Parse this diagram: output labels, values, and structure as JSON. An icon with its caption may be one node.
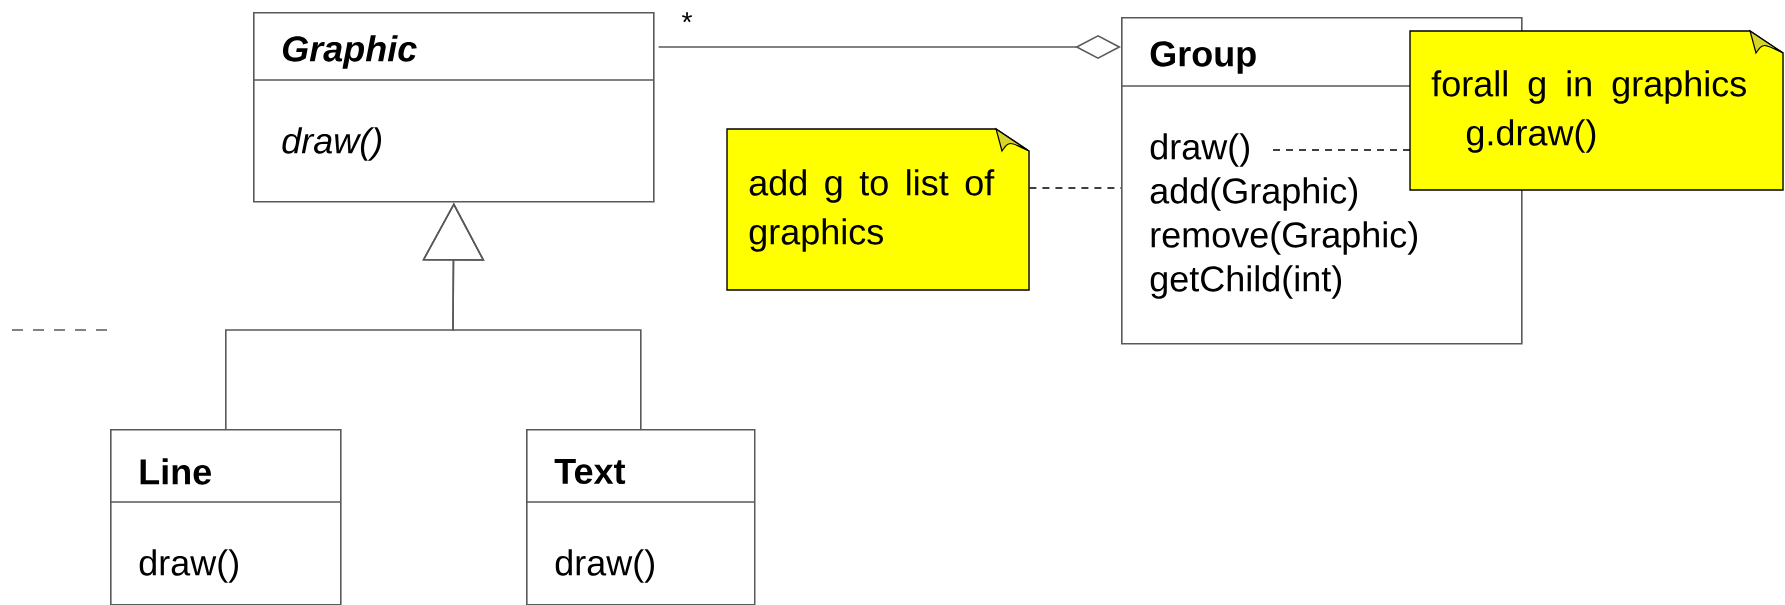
{
  "diagram": {
    "nodes": [
      {
        "text": [
          "Graphic",
          "draw()"
        ]
      },
      {
        "text": [
          "Group",
          "draw()",
          "add(Graphic)",
          "remove(Graphic)",
          "getChild(int)"
        ]
      },
      {
        "text": [
          "add g to list of graphics"
        ]
      },
      {
        "text": [
          "forall g in graphics g.draw()"
        ]
      },
      {
        "text": [
          "Line",
          "draw()"
        ]
      },
      {
        "text": [
          "Text",
          "draw()"
        ]
      }
    ],
    "edges": [
      {
        "from": 4,
        "to": 0,
        "arrow": "to"
      },
      {
        "from": 5,
        "to": 0,
        "arrow": "to"
      },
      {
        "from": 0,
        "to": 1,
        "arrow": "other",
        "label": "*"
      },
      {
        "from": 2,
        "to": 1,
        "arrow": "none",
        "style": "dashed"
      },
      {
        "from": 3,
        "to": 1,
        "arrow": "none",
        "style": "dashed"
      }
    ]
  }
}
